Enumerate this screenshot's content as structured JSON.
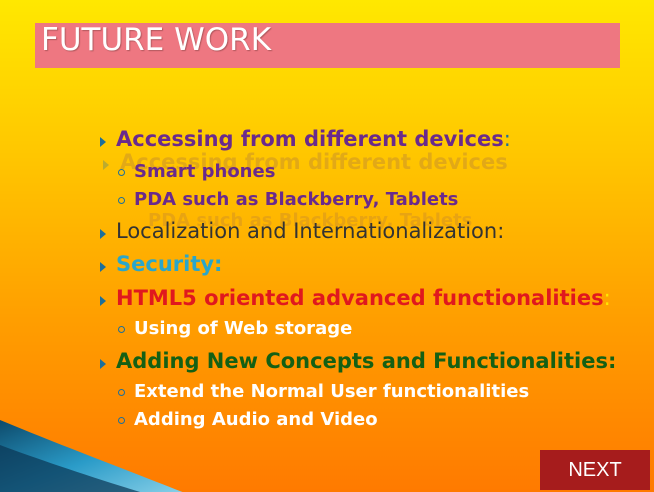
{
  "slide": {
    "title": "FUTURE WORK",
    "items": [
      {
        "text": "Accessing from different devices",
        "suffix": ":",
        "color": "#6a2a8c"
      },
      {
        "text": "Smart phones",
        "color": "#6a2a8c"
      },
      {
        "text": " PDA such as Blackberry, Tablets",
        "color": "#6a2a8c"
      },
      {
        "text": "Localization and Internationalization:",
        "color": "#333333"
      },
      {
        "text": "Security:",
        "color": "#2aa6c9"
      },
      {
        "text": "HTML5 oriented advanced functionalities",
        "suffix": ":",
        "color": "#e0181e"
      },
      {
        "text": "Using of Web storage",
        "color": "#ffffff"
      },
      {
        "text": "Adding New Concepts and Functionalities:",
        "color": "#146014"
      },
      {
        "text": "Extend the Normal User functionalities",
        "color": "#ffffff"
      },
      {
        "text": "Adding Audio and Video",
        "color": "#ffffff"
      }
    ],
    "next_label": "NEXT"
  },
  "colors": {
    "accent": "#1d6f9a",
    "title_bar": "#ee7781",
    "next_button": "#a61c1c"
  }
}
